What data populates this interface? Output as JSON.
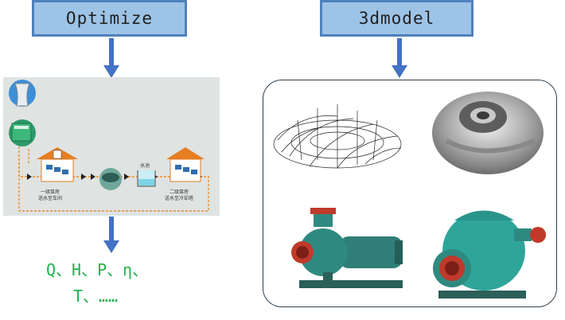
{
  "headers": {
    "left": "Optimize",
    "right": "3dmodel"
  },
  "scheme": {
    "pool_label": "水池",
    "station1_label": [
      "一级泵房",
      "送水至车间"
    ],
    "station2_label": [
      "二级泵房",
      "送水至冷却塔"
    ]
  },
  "outputs": {
    "line1": "Q、H、P、η、",
    "line2": "T、……"
  },
  "colors": {
    "header_fill": "#9dc3e6",
    "header_border": "#4f81bd",
    "arrow": "#4472c4",
    "output_text": "#22b14c",
    "pipe": "#f08a24",
    "roof": "#e67e22",
    "pump": "#2f8f80"
  }
}
